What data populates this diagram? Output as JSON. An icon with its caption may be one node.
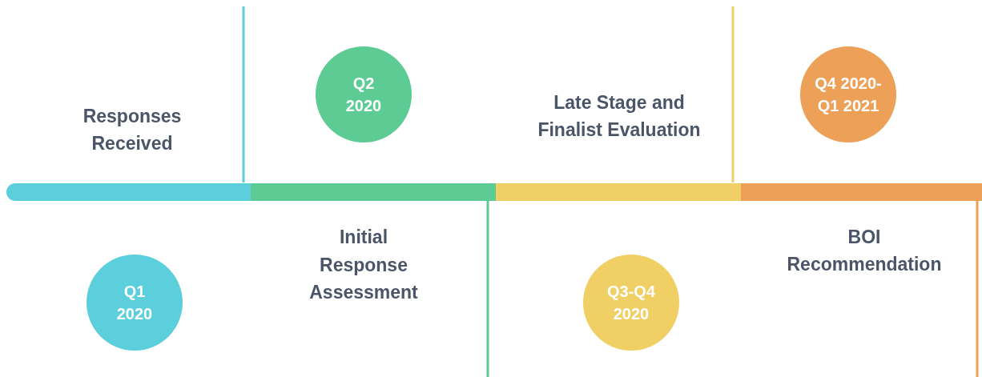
{
  "diagram": {
    "nodes": [
      {
        "text": [
          "Q2 2020"
        ]
      },
      {
        "text": [
          "Q4 2020- Q1 2021"
        ]
      },
      {
        "text": [
          "Q1 2020"
        ]
      },
      {
        "text": [
          "Q3-Q4 2020"
        ]
      }
    ],
    "edges": [],
    "labels": [
      "Responses Received",
      "Late Stage and Finalist Evaluation",
      "Initial Response Assessment",
      "BOI Recommendation"
    ]
  }
}
